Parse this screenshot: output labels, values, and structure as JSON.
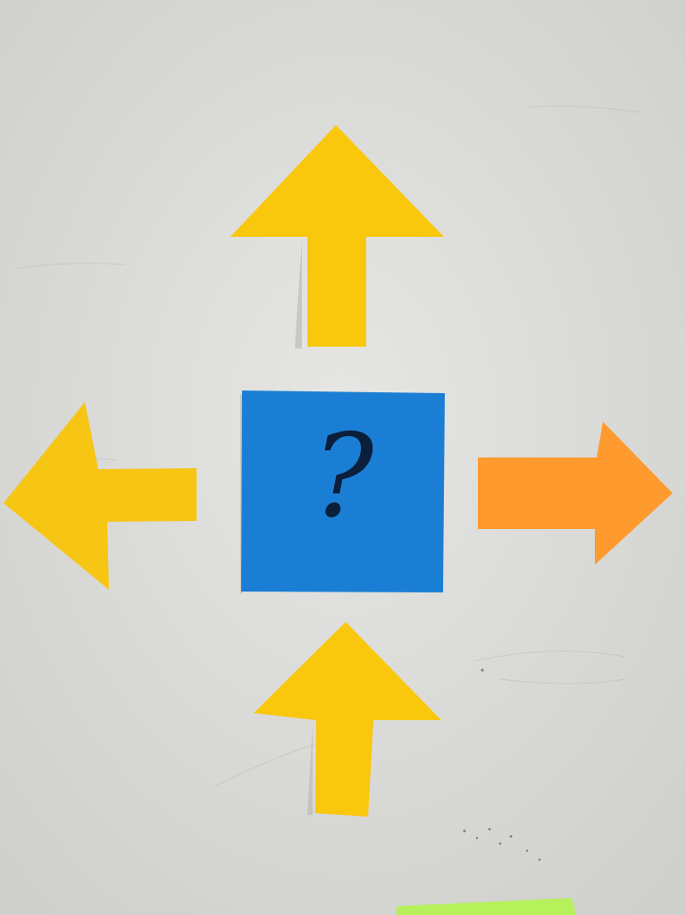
{
  "scene": {
    "background": "whiteboard",
    "center_note": {
      "mark": "?",
      "color": "#1a7fd4",
      "ink": "#0b1f3a"
    },
    "arrows": [
      {
        "name": "top",
        "direction": "up",
        "color": "#f9c70c"
      },
      {
        "name": "left",
        "direction": "left",
        "color": "#f9c70c"
      },
      {
        "name": "right",
        "direction": "right",
        "color": "#ff9a2e"
      },
      {
        "name": "bottom",
        "direction": "up",
        "color": "#f9c70c"
      }
    ],
    "edge_note": {
      "color": "#b6f05a"
    }
  }
}
